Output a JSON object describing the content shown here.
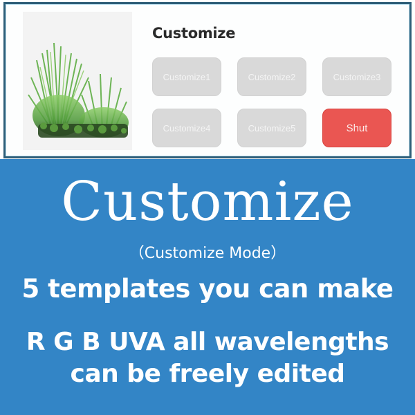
{
  "panel": {
    "title": "Customize",
    "image": {
      "icon": "aquarium-plant-image"
    },
    "buttons": [
      {
        "label": "Customize1",
        "state": "disabled",
        "color": "#d9d9d9"
      },
      {
        "label": "Customize2",
        "state": "disabled",
        "color": "#d9d9d9"
      },
      {
        "label": "Customize3",
        "state": "disabled",
        "color": "#d9d9d9"
      },
      {
        "label": "Customize4",
        "state": "disabled",
        "color": "#d9d9d9"
      },
      {
        "label": "Customize5",
        "state": "disabled",
        "color": "#d9d9d9"
      },
      {
        "label": "Shut",
        "state": "active",
        "color": "#ea5652"
      }
    ],
    "border_color": "#2e5e78"
  },
  "banner": {
    "background": "#3385c6",
    "title": "Customize",
    "subtitle": "（Customize Mode）",
    "line1": "5 templates you can make",
    "line2": "R G B UVA all wavelengths",
    "line3": "can be freely edited"
  }
}
